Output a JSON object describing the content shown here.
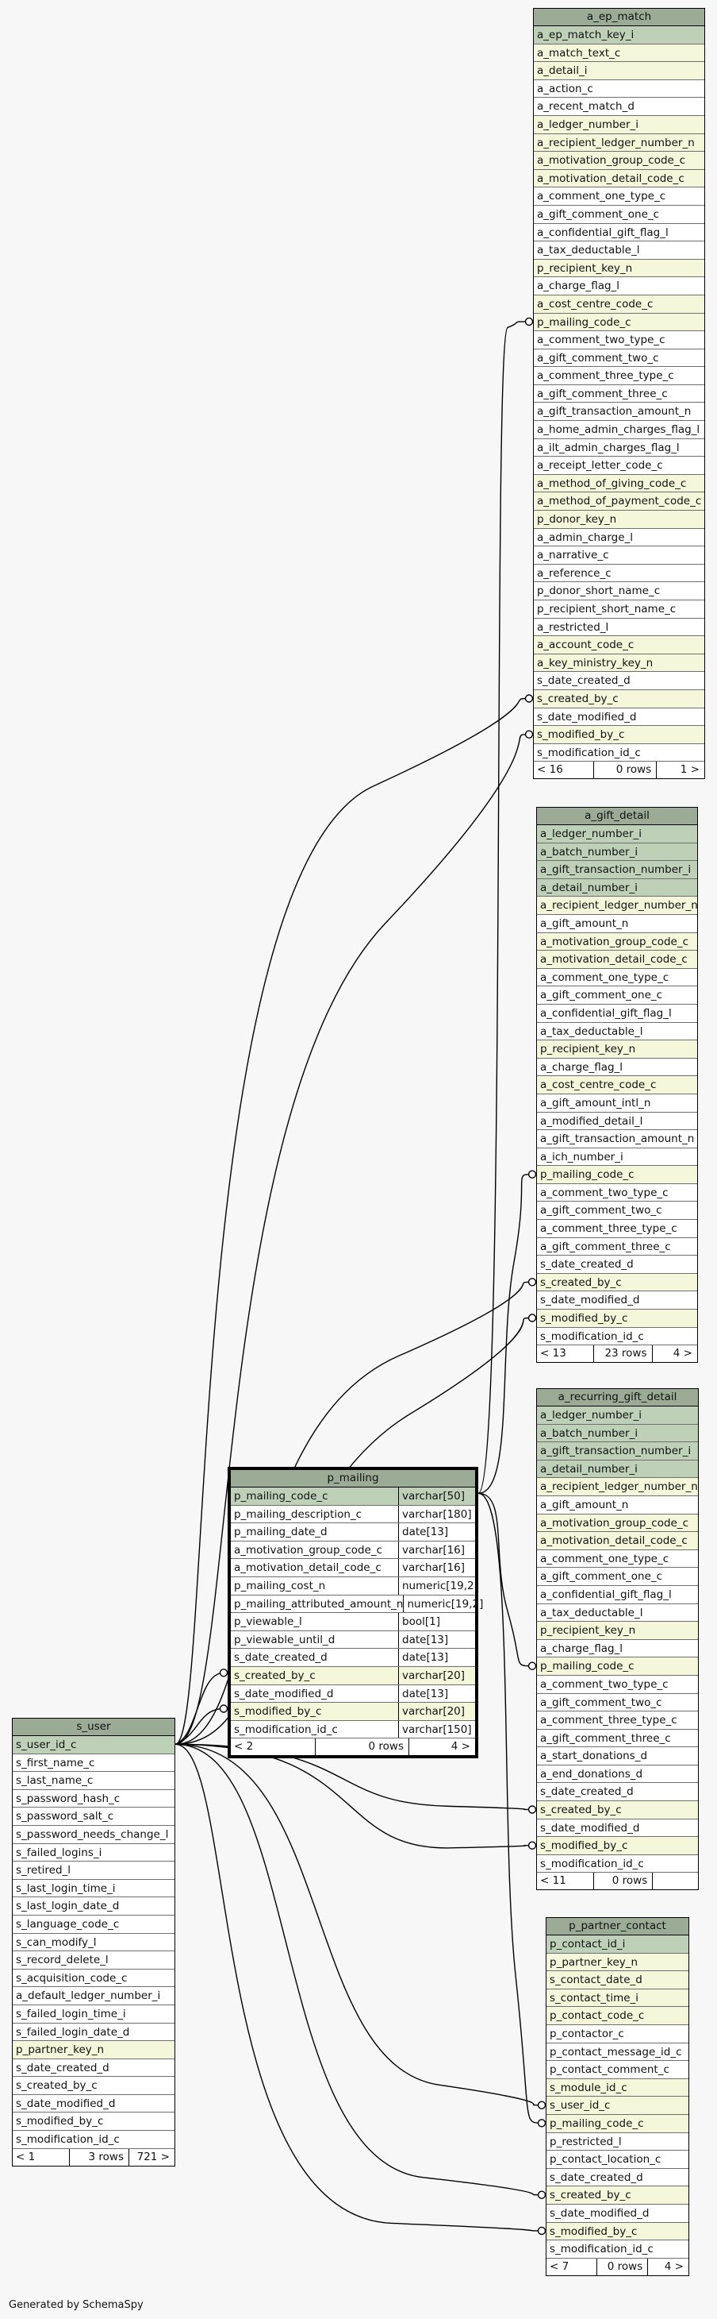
{
  "tables": [
    {
      "id": "a_ep_match",
      "name": "a_ep_match",
      "columns": [
        {
          "name": "a_ep_match_key_i",
          "kind": "pk"
        },
        {
          "name": "a_match_text_c",
          "kind": "fk"
        },
        {
          "name": "a_detail_i",
          "kind": "fk"
        },
        {
          "name": "a_action_c",
          "kind": "plain"
        },
        {
          "name": "a_recent_match_d",
          "kind": "plain"
        },
        {
          "name": "a_ledger_number_i",
          "kind": "fk"
        },
        {
          "name": "a_recipient_ledger_number_n",
          "kind": "fk"
        },
        {
          "name": "a_motivation_group_code_c",
          "kind": "fk"
        },
        {
          "name": "a_motivation_detail_code_c",
          "kind": "fk"
        },
        {
          "name": "a_comment_one_type_c",
          "kind": "plain"
        },
        {
          "name": "a_gift_comment_one_c",
          "kind": "plain"
        },
        {
          "name": "a_confidential_gift_flag_l",
          "kind": "plain"
        },
        {
          "name": "a_tax_deductable_l",
          "kind": "plain"
        },
        {
          "name": "p_recipient_key_n",
          "kind": "fk"
        },
        {
          "name": "a_charge_flag_l",
          "kind": "plain"
        },
        {
          "name": "a_cost_centre_code_c",
          "kind": "fk"
        },
        {
          "name": "p_mailing_code_c",
          "kind": "fk"
        },
        {
          "name": "a_comment_two_type_c",
          "kind": "plain"
        },
        {
          "name": "a_gift_comment_two_c",
          "kind": "plain"
        },
        {
          "name": "a_comment_three_type_c",
          "kind": "plain"
        },
        {
          "name": "a_gift_comment_three_c",
          "kind": "plain"
        },
        {
          "name": "a_gift_transaction_amount_n",
          "kind": "plain"
        },
        {
          "name": "a_home_admin_charges_flag_l",
          "kind": "plain"
        },
        {
          "name": "a_ilt_admin_charges_flag_l",
          "kind": "plain"
        },
        {
          "name": "a_receipt_letter_code_c",
          "kind": "plain"
        },
        {
          "name": "a_method_of_giving_code_c",
          "kind": "fk"
        },
        {
          "name": "a_method_of_payment_code_c",
          "kind": "fk"
        },
        {
          "name": "p_donor_key_n",
          "kind": "fk"
        },
        {
          "name": "a_admin_charge_l",
          "kind": "plain"
        },
        {
          "name": "a_narrative_c",
          "kind": "plain"
        },
        {
          "name": "a_reference_c",
          "kind": "plain"
        },
        {
          "name": "p_donor_short_name_c",
          "kind": "plain"
        },
        {
          "name": "p_recipient_short_name_c",
          "kind": "plain"
        },
        {
          "name": "a_restricted_l",
          "kind": "plain"
        },
        {
          "name": "a_account_code_c",
          "kind": "fk"
        },
        {
          "name": "a_key_ministry_key_n",
          "kind": "fk"
        },
        {
          "name": "s_date_created_d",
          "kind": "plain"
        },
        {
          "name": "s_created_by_c",
          "kind": "fk"
        },
        {
          "name": "s_date_modified_d",
          "kind": "plain"
        },
        {
          "name": "s_modified_by_c",
          "kind": "fk"
        },
        {
          "name": "s_modification_id_c",
          "kind": "plain"
        }
      ],
      "footer": [
        "< 16",
        "0 rows",
        "1 >"
      ]
    },
    {
      "id": "a_gift_detail",
      "name": "a_gift_detail",
      "columns": [
        {
          "name": "a_ledger_number_i",
          "kind": "pk"
        },
        {
          "name": "a_batch_number_i",
          "kind": "pk"
        },
        {
          "name": "a_gift_transaction_number_i",
          "kind": "pk"
        },
        {
          "name": "a_detail_number_i",
          "kind": "pk"
        },
        {
          "name": "a_recipient_ledger_number_n",
          "kind": "fk"
        },
        {
          "name": "a_gift_amount_n",
          "kind": "plain"
        },
        {
          "name": "a_motivation_group_code_c",
          "kind": "fk"
        },
        {
          "name": "a_motivation_detail_code_c",
          "kind": "fk"
        },
        {
          "name": "a_comment_one_type_c",
          "kind": "plain"
        },
        {
          "name": "a_gift_comment_one_c",
          "kind": "plain"
        },
        {
          "name": "a_confidential_gift_flag_l",
          "kind": "plain"
        },
        {
          "name": "a_tax_deductable_l",
          "kind": "plain"
        },
        {
          "name": "p_recipient_key_n",
          "kind": "fk"
        },
        {
          "name": "a_charge_flag_l",
          "kind": "plain"
        },
        {
          "name": "a_cost_centre_code_c",
          "kind": "fk"
        },
        {
          "name": "a_gift_amount_intl_n",
          "kind": "plain"
        },
        {
          "name": "a_modified_detail_l",
          "kind": "plain"
        },
        {
          "name": "a_gift_transaction_amount_n",
          "kind": "plain"
        },
        {
          "name": "a_ich_number_i",
          "kind": "plain"
        },
        {
          "name": "p_mailing_code_c",
          "kind": "fk"
        },
        {
          "name": "a_comment_two_type_c",
          "kind": "plain"
        },
        {
          "name": "a_gift_comment_two_c",
          "kind": "plain"
        },
        {
          "name": "a_comment_three_type_c",
          "kind": "plain"
        },
        {
          "name": "a_gift_comment_three_c",
          "kind": "plain"
        },
        {
          "name": "s_date_created_d",
          "kind": "plain"
        },
        {
          "name": "s_created_by_c",
          "kind": "fk"
        },
        {
          "name": "s_date_modified_d",
          "kind": "plain"
        },
        {
          "name": "s_modified_by_c",
          "kind": "fk"
        },
        {
          "name": "s_modification_id_c",
          "kind": "plain"
        }
      ],
      "footer": [
        "< 13",
        "23 rows",
        "4 >"
      ]
    },
    {
      "id": "a_recurring_gift_detail",
      "name": "a_recurring_gift_detail",
      "columns": [
        {
          "name": "a_ledger_number_i",
          "kind": "pk"
        },
        {
          "name": "a_batch_number_i",
          "kind": "pk"
        },
        {
          "name": "a_gift_transaction_number_i",
          "kind": "pk"
        },
        {
          "name": "a_detail_number_i",
          "kind": "pk"
        },
        {
          "name": "a_recipient_ledger_number_n",
          "kind": "fk"
        },
        {
          "name": "a_gift_amount_n",
          "kind": "plain"
        },
        {
          "name": "a_motivation_group_code_c",
          "kind": "fk"
        },
        {
          "name": "a_motivation_detail_code_c",
          "kind": "fk"
        },
        {
          "name": "a_comment_one_type_c",
          "kind": "plain"
        },
        {
          "name": "a_gift_comment_one_c",
          "kind": "plain"
        },
        {
          "name": "a_confidential_gift_flag_l",
          "kind": "plain"
        },
        {
          "name": "a_tax_deductable_l",
          "kind": "plain"
        },
        {
          "name": "p_recipient_key_n",
          "kind": "fk"
        },
        {
          "name": "a_charge_flag_l",
          "kind": "plain"
        },
        {
          "name": "p_mailing_code_c",
          "kind": "fk"
        },
        {
          "name": "a_comment_two_type_c",
          "kind": "plain"
        },
        {
          "name": "a_gift_comment_two_c",
          "kind": "plain"
        },
        {
          "name": "a_comment_three_type_c",
          "kind": "plain"
        },
        {
          "name": "a_gift_comment_three_c",
          "kind": "plain"
        },
        {
          "name": "a_start_donations_d",
          "kind": "plain"
        },
        {
          "name": "a_end_donations_d",
          "kind": "plain"
        },
        {
          "name": "s_date_created_d",
          "kind": "plain"
        },
        {
          "name": "s_created_by_c",
          "kind": "fk"
        },
        {
          "name": "s_date_modified_d",
          "kind": "plain"
        },
        {
          "name": "s_modified_by_c",
          "kind": "fk"
        },
        {
          "name": "s_modification_id_c",
          "kind": "plain"
        }
      ],
      "footer": [
        "< 11",
        "0 rows",
        ""
      ]
    },
    {
      "id": "p_mailing",
      "name": "p_mailing",
      "columns": [
        {
          "name": "p_mailing_code_c",
          "type": "varchar[50]",
          "kind": "pk"
        },
        {
          "name": "p_mailing_description_c",
          "type": "varchar[180]",
          "kind": "plain"
        },
        {
          "name": "p_mailing_date_d",
          "type": "date[13]",
          "kind": "plain"
        },
        {
          "name": "a_motivation_group_code_c",
          "type": "varchar[16]",
          "kind": "plain"
        },
        {
          "name": "a_motivation_detail_code_c",
          "type": "varchar[16]",
          "kind": "plain"
        },
        {
          "name": "p_mailing_cost_n",
          "type": "numeric[19,2]",
          "kind": "plain"
        },
        {
          "name": "p_mailing_attributed_amount_n",
          "type": "numeric[19,2]",
          "kind": "plain"
        },
        {
          "name": "p_viewable_l",
          "type": "bool[1]",
          "kind": "plain"
        },
        {
          "name": "p_viewable_until_d",
          "type": "date[13]",
          "kind": "plain"
        },
        {
          "name": "s_date_created_d",
          "type": "date[13]",
          "kind": "plain"
        },
        {
          "name": "s_created_by_c",
          "type": "varchar[20]",
          "kind": "fk"
        },
        {
          "name": "s_date_modified_d",
          "type": "date[13]",
          "kind": "plain"
        },
        {
          "name": "s_modified_by_c",
          "type": "varchar[20]",
          "kind": "fk"
        },
        {
          "name": "s_modification_id_c",
          "type": "varchar[150]",
          "kind": "plain"
        }
      ],
      "footer": [
        "< 2",
        "0 rows",
        "4 >"
      ]
    },
    {
      "id": "s_user",
      "name": "s_user",
      "columns": [
        {
          "name": "s_user_id_c",
          "kind": "pk"
        },
        {
          "name": "s_first_name_c",
          "kind": "plain"
        },
        {
          "name": "s_last_name_c",
          "kind": "plain"
        },
        {
          "name": "s_password_hash_c",
          "kind": "plain"
        },
        {
          "name": "s_password_salt_c",
          "kind": "plain"
        },
        {
          "name": "s_password_needs_change_l",
          "kind": "plain"
        },
        {
          "name": "s_failed_logins_i",
          "kind": "plain"
        },
        {
          "name": "s_retired_l",
          "kind": "plain"
        },
        {
          "name": "s_last_login_time_i",
          "kind": "plain"
        },
        {
          "name": "s_last_login_date_d",
          "kind": "plain"
        },
        {
          "name": "s_language_code_c",
          "kind": "plain"
        },
        {
          "name": "s_can_modify_l",
          "kind": "plain"
        },
        {
          "name": "s_record_delete_l",
          "kind": "plain"
        },
        {
          "name": "s_acquisition_code_c",
          "kind": "plain"
        },
        {
          "name": "a_default_ledger_number_i",
          "kind": "plain"
        },
        {
          "name": "s_failed_login_time_i",
          "kind": "plain"
        },
        {
          "name": "s_failed_login_date_d",
          "kind": "plain"
        },
        {
          "name": "p_partner_key_n",
          "kind": "fk"
        },
        {
          "name": "s_date_created_d",
          "kind": "plain"
        },
        {
          "name": "s_created_by_c",
          "kind": "plain"
        },
        {
          "name": "s_date_modified_d",
          "kind": "plain"
        },
        {
          "name": "s_modified_by_c",
          "kind": "plain"
        },
        {
          "name": "s_modification_id_c",
          "kind": "plain"
        }
      ],
      "footer": [
        "< 1",
        "3 rows",
        "721 >"
      ]
    },
    {
      "id": "p_partner_contact",
      "name": "p_partner_contact",
      "columns": [
        {
          "name": "p_contact_id_i",
          "kind": "pk"
        },
        {
          "name": "p_partner_key_n",
          "kind": "fk"
        },
        {
          "name": "s_contact_date_d",
          "kind": "fk"
        },
        {
          "name": "s_contact_time_i",
          "kind": "fk"
        },
        {
          "name": "p_contact_code_c",
          "kind": "fk"
        },
        {
          "name": "p_contactor_c",
          "kind": "plain"
        },
        {
          "name": "p_contact_message_id_c",
          "kind": "plain"
        },
        {
          "name": "p_contact_comment_c",
          "kind": "plain"
        },
        {
          "name": "s_module_id_c",
          "kind": "fk"
        },
        {
          "name": "s_user_id_c",
          "kind": "fk"
        },
        {
          "name": "p_mailing_code_c",
          "kind": "fk"
        },
        {
          "name": "p_restricted_l",
          "kind": "plain"
        },
        {
          "name": "p_contact_location_c",
          "kind": "plain"
        },
        {
          "name": "s_date_created_d",
          "kind": "plain"
        },
        {
          "name": "s_created_by_c",
          "kind": "fk"
        },
        {
          "name": "s_date_modified_d",
          "kind": "plain"
        },
        {
          "name": "s_modified_by_c",
          "kind": "fk"
        },
        {
          "name": "s_modification_id_c",
          "kind": "plain"
        }
      ],
      "footer": [
        "< 7",
        "0 rows",
        "4 >"
      ]
    }
  ],
  "credit": "Generated by SchemaSpy"
}
